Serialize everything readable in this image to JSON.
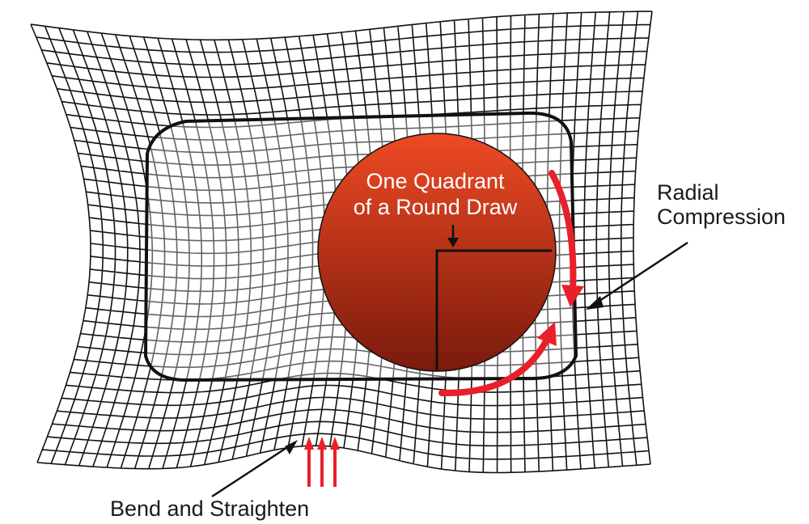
{
  "labels": {
    "quadrant_line1": "One Quadrant",
    "quadrant_line2": "of a Round Draw",
    "radial_line1": "Radial",
    "radial_line2": "Compression",
    "bend": "Bend and Straighten"
  },
  "colors": {
    "grid": "#111111",
    "disk_top": "#ee4a24",
    "disk_bottom": "#7a1a0c",
    "arrow_red": "#e8202a",
    "leader": "#111111"
  }
}
